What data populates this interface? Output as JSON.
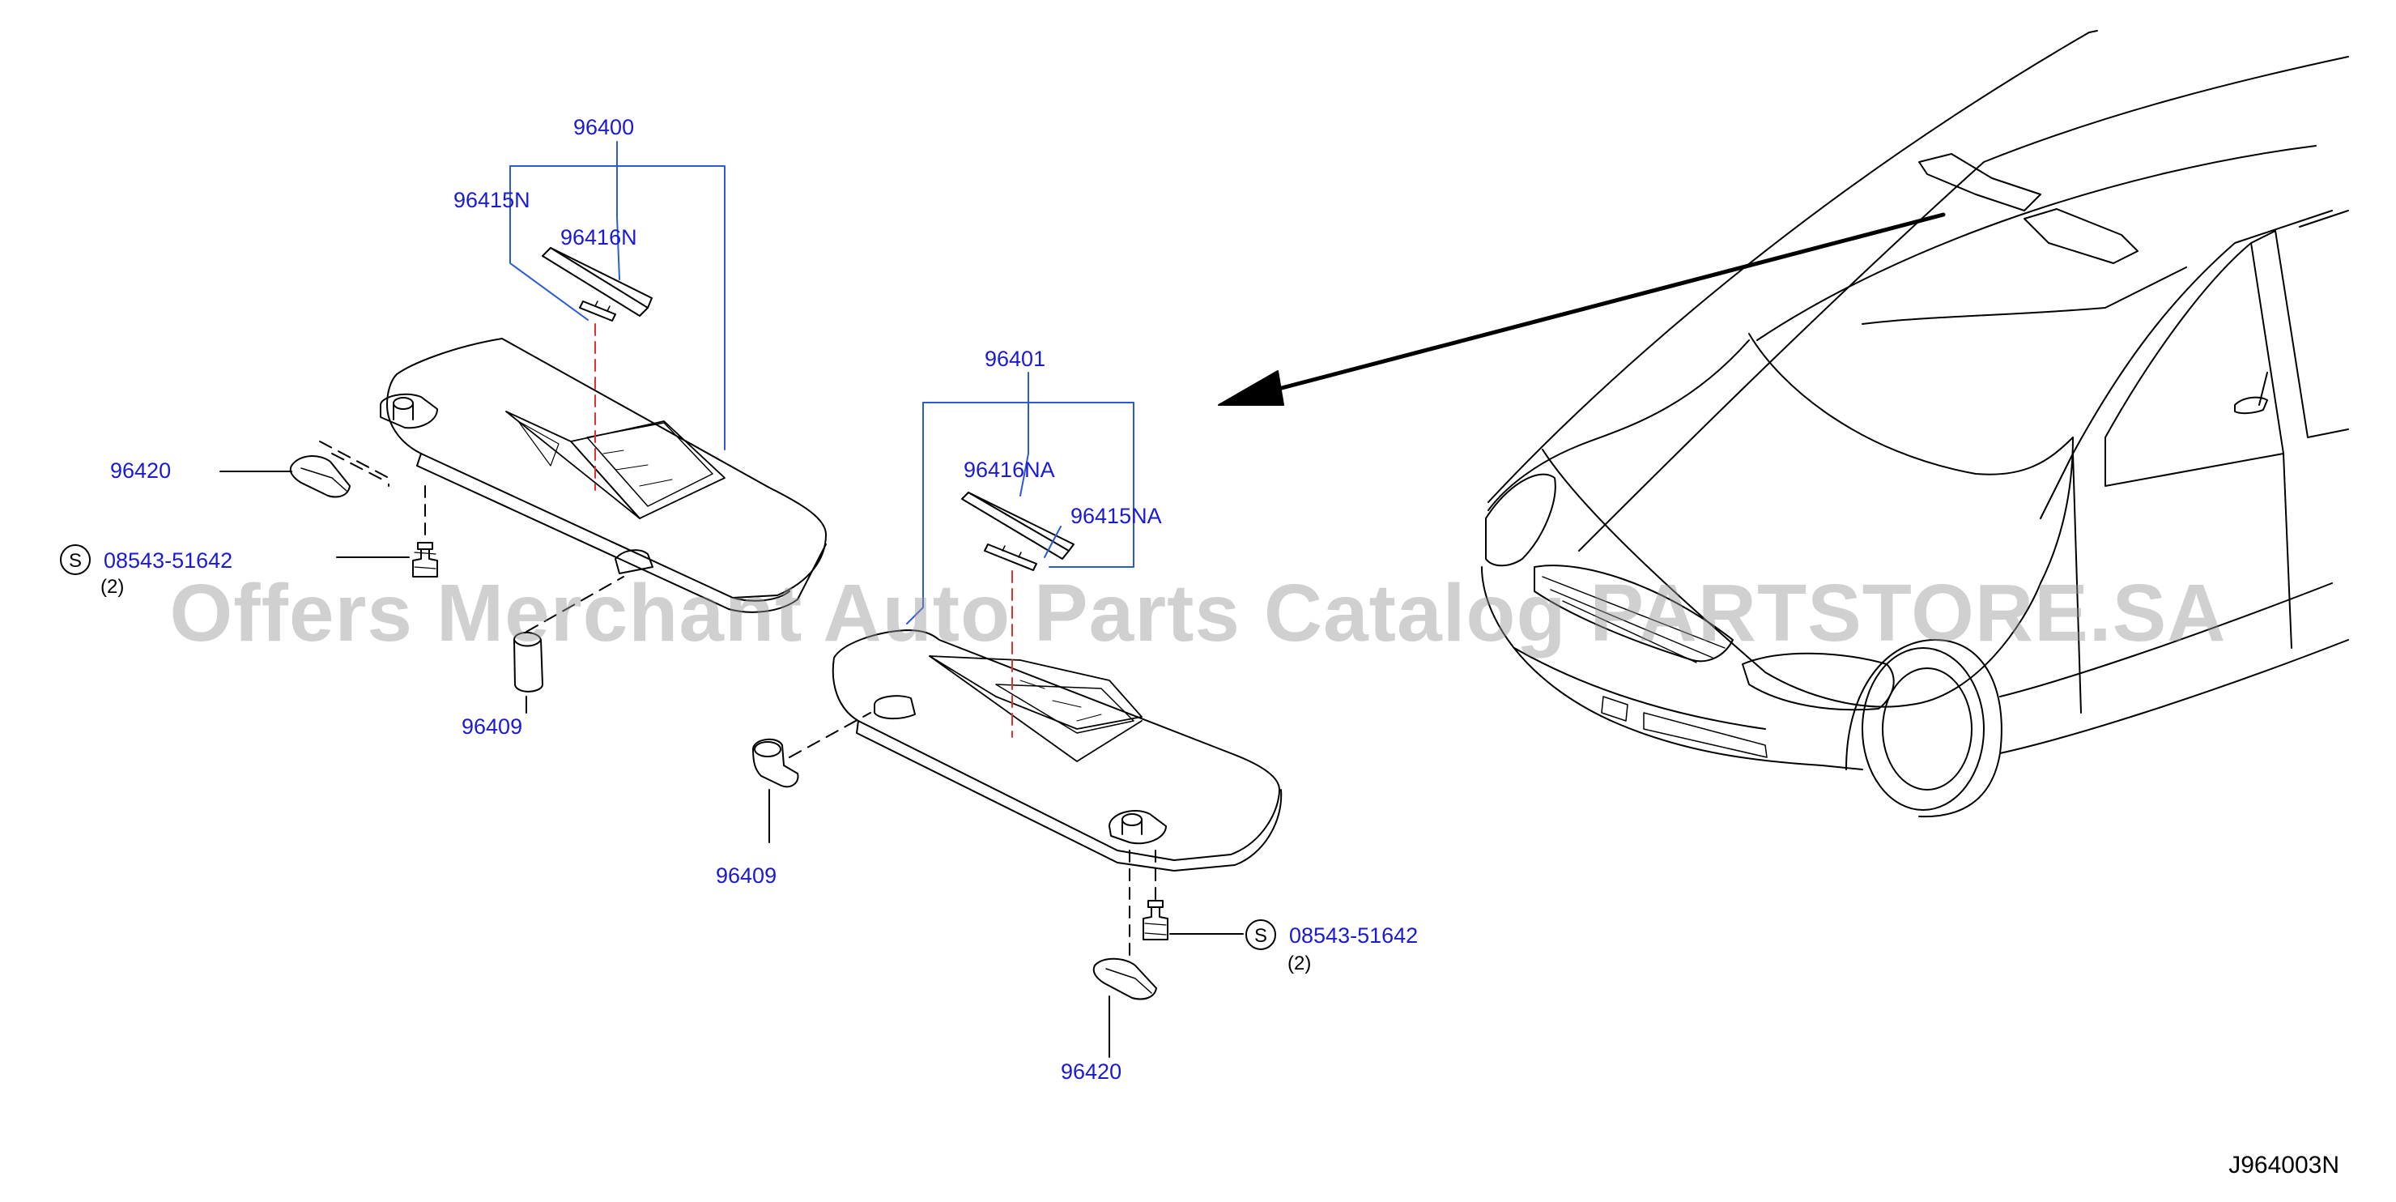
{
  "diagram": {
    "callouts": {
      "assy_left": "96400",
      "assy_right": "96401",
      "mirror_lid_left": "96415N",
      "mirror_left": "96416N",
      "mirror_right": "96416NA",
      "mirror_lid_right": "96415NA",
      "holder_left": "96420",
      "holder_right": "96420",
      "hook_left": "96409",
      "hook_right": "96409",
      "screw_left": "08543-51642",
      "screw_right": "08543-51642"
    },
    "screw_qty_left": "(2)",
    "screw_qty_right": "(2)",
    "standard_part_symbol": "S",
    "figure_code": "J964003N",
    "watermark": "Offers Merchant Auto Parts Catalog PARTSTORE.SA"
  },
  "colors": {
    "callout": "#1a1ad6",
    "line": "#000000",
    "leader": "#2a5bd6",
    "centerline": "#e03030"
  }
}
